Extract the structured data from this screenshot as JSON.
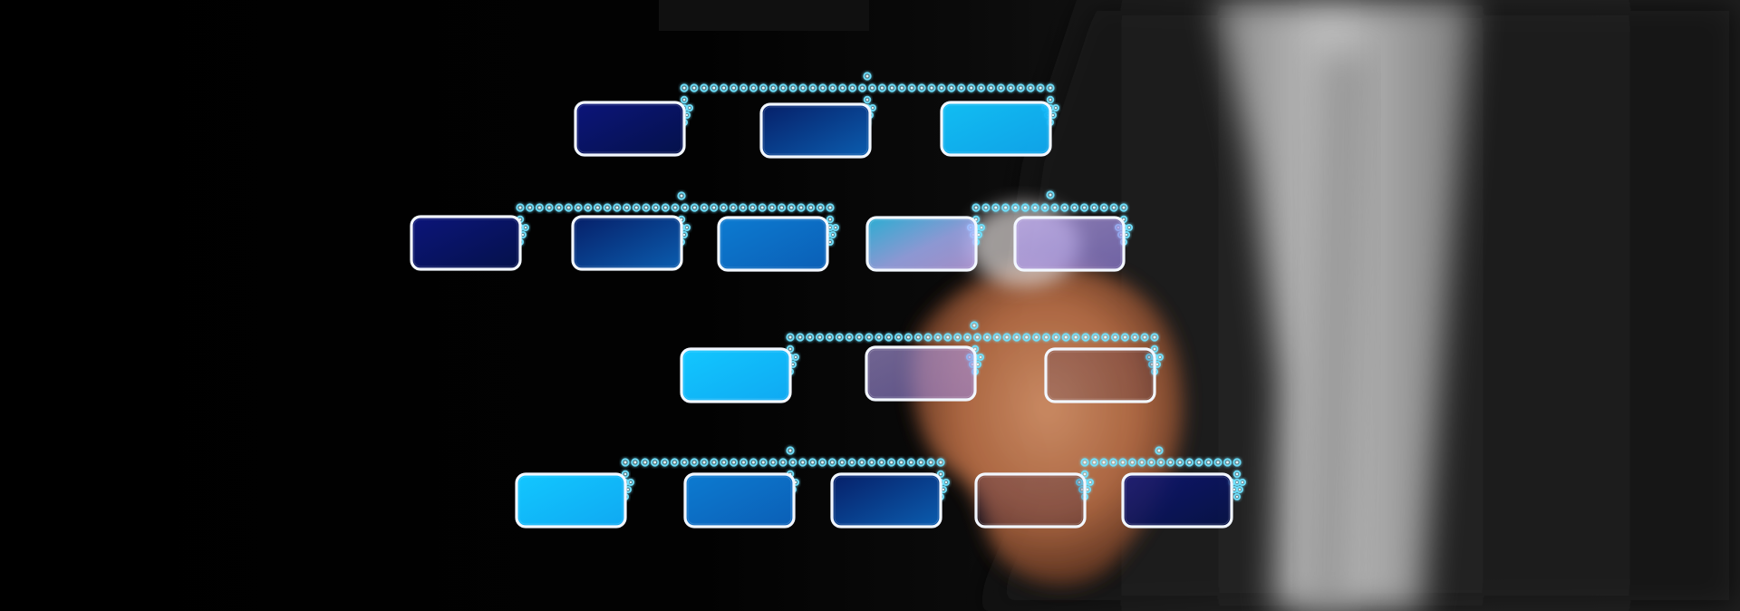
{
  "image": {
    "subject": "org-chart-hologram",
    "visible_text": []
  },
  "colors": {
    "background": "#000000",
    "line": "#6fe3ff",
    "box_border": "#f2f7ff",
    "dark_navy": "#071257",
    "deep_blue": "#0a3e8a",
    "mid_blue": "#0a74c9",
    "bright_blue": "#12c7ff",
    "lavender": "#b9a4f3",
    "suit": "#1b1b1b",
    "shirt": "#d9d9d9",
    "hand": "#c77d53"
  },
  "org_chart": {
    "levels": 4,
    "box_count": 16
  }
}
